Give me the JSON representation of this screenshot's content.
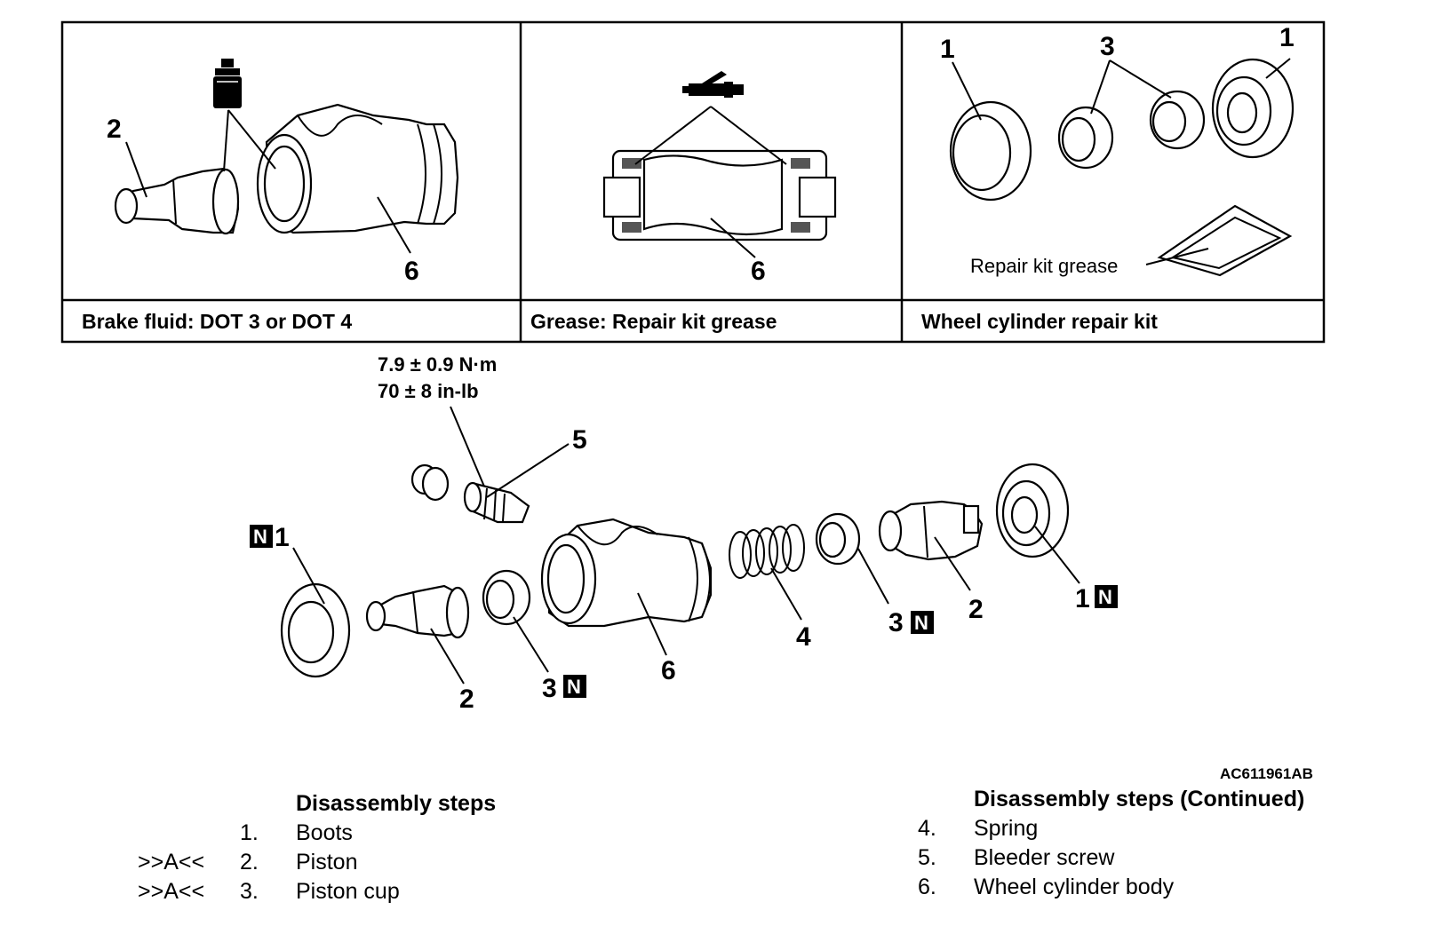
{
  "figure_id": "AC611961AB",
  "panels": [
    {
      "caption": "Brake fluid:  DOT 3 or DOT 4",
      "callouts": [
        "2",
        "6"
      ]
    },
    {
      "caption": "Grease: Repair kit grease",
      "callouts": [
        "6"
      ]
    },
    {
      "caption": "Wheel cylinder repair kit",
      "callouts": [
        "1",
        "3",
        "1"
      ],
      "note": "Repair kit grease"
    }
  ],
  "torque": {
    "metric": "7.9 ± 0.9 N·m",
    "imperial": "70 ± 8 in-lb"
  },
  "callouts": {
    "boot": "1",
    "piston": "2",
    "piston_cup": "3",
    "spring": "4",
    "bleeder": "5",
    "body": "6",
    "new_part_mark": "N"
  },
  "steps_left": {
    "title": "Disassembly steps",
    "items": [
      {
        "marker": "",
        "num": "1.",
        "label": "Boots"
      },
      {
        "marker": ">>A<<",
        "num": "2.",
        "label": "Piston"
      },
      {
        "marker": ">>A<<",
        "num": "3.",
        "label": "Piston cup"
      }
    ]
  },
  "steps_right": {
    "title": "Disassembly steps (Continued)",
    "items": [
      {
        "num": "4.",
        "label": "Spring"
      },
      {
        "num": "5.",
        "label": "Bleeder screw"
      },
      {
        "num": "6.",
        "label": "Wheel cylinder body"
      }
    ]
  }
}
